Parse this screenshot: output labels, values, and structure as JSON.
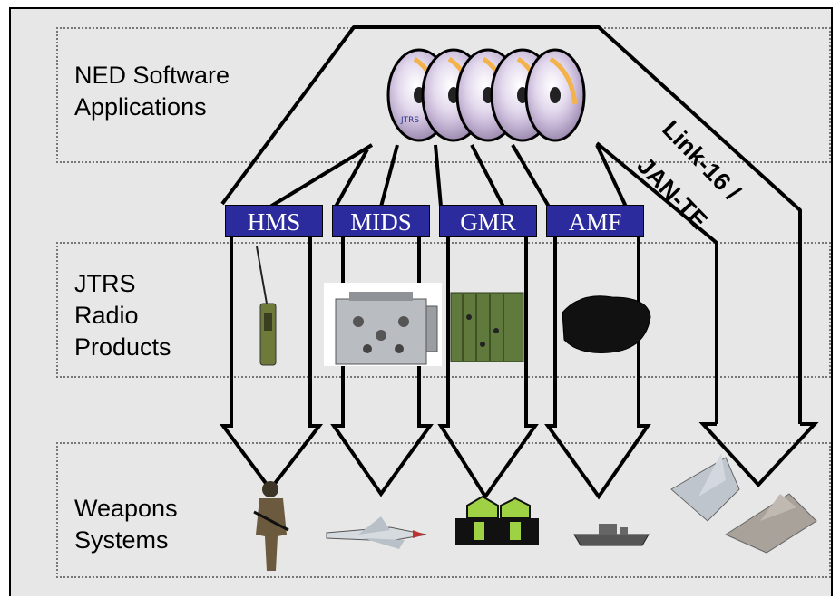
{
  "bands": {
    "software": "NED Software\nApplications",
    "radios": "JTRS\nRadio\nProducts",
    "weapons": "Weapons\nSystems"
  },
  "tags": [
    "HMS",
    "MIDS",
    "GMR",
    "AMF"
  ],
  "link_label": {
    "line1": "Link-16 /",
    "line2": "JAN-TE"
  },
  "disc_logo": "JTRS"
}
